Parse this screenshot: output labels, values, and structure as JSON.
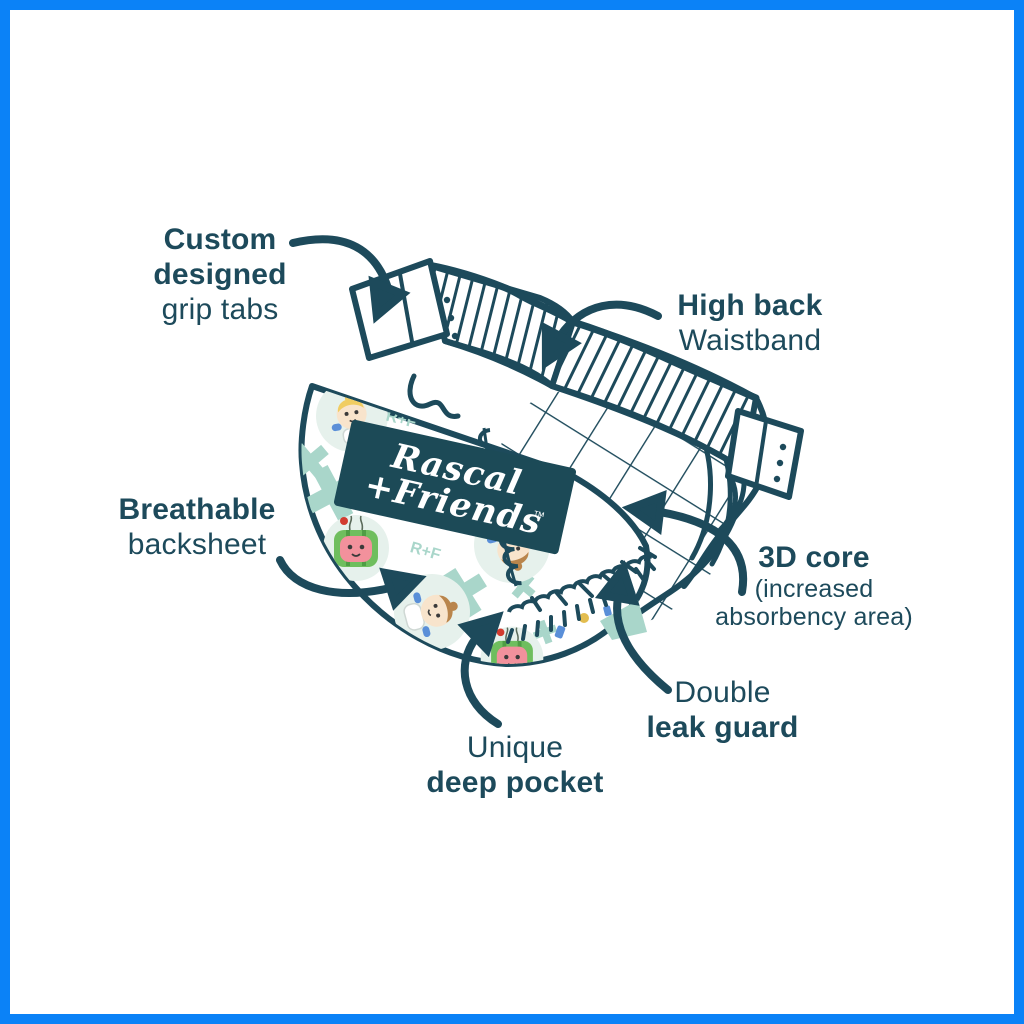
{
  "colors": {
    "frame_blue": "#0b82f7",
    "ink_teal": "#1d4a5b",
    "label_background": "#1c4a57",
    "pattern_mint": "#a9d6ca",
    "pattern_mint_light": "#e6f1ec",
    "melon_green": "#6fbe5e",
    "melon_rind_dark": "#4e9e44",
    "melon_pink": "#f2919c",
    "baby_skin": "#f8e4cc",
    "baby_hair_yellow": "#f0cd62",
    "baby_hair_brown": "#b9854c",
    "accent_blue": "#5a8fd8",
    "accent_yellow": "#e3bd4f",
    "ladybug_red": "#d23b2f"
  },
  "brand": {
    "name_line1": "Rascal",
    "name_line2": "+Friends",
    "trademark": "™",
    "pattern_monogram": "R+F"
  },
  "callouts": {
    "grip_tabs": {
      "line1": "Custom",
      "line2": "designed",
      "line3": "grip tabs"
    },
    "high_back": {
      "line1": "High back",
      "line2": "Waistband"
    },
    "breathable": {
      "line1": "Breathable",
      "line2": "backsheet"
    },
    "core": {
      "line1": "3D core",
      "line2": "(increased",
      "line3": "absorbency area)"
    },
    "leak_guard": {
      "line1": "Double",
      "line2": "leak guard"
    },
    "deep_pocket": {
      "line1": "Unique",
      "line2": "deep pocket"
    }
  }
}
